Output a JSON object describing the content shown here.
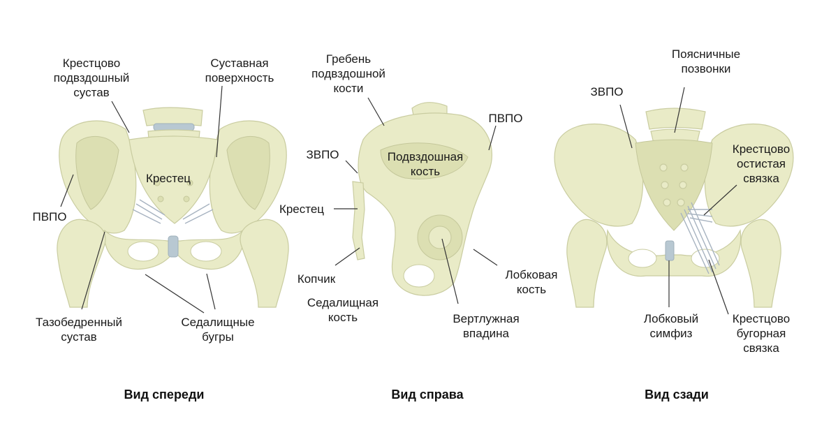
{
  "views": [
    {
      "caption": "Вид спереди",
      "labels": {
        "sacroiliac_joint": "Крестцово\nподвздошный\nсустав",
        "articular_surface": "Суставная\nповерхность",
        "sacrum": "Крестец",
        "asis": "ПВПО",
        "hip_joint": "Тазобедренный\nсустав",
        "ischial_tuberosities": "Седалищные\nбугры"
      }
    },
    {
      "caption": "Вид справа",
      "labels": {
        "iliac_crest": "Гребень\nподвздошной\nкости",
        "asis": "ПВПО",
        "psis": "ЗВПО",
        "ilium": "Подвздошная\nкость",
        "sacrum": "Крестец",
        "coccyx": "Копчик",
        "pubis": "Лобковая\nкость",
        "ischium": "Седалищная\nкость",
        "acetabulum": "Вертлужная\nвпадина"
      }
    },
    {
      "caption": "Вид сзади",
      "labels": {
        "lumbar_vertebrae": "Поясничные\nпозвонки",
        "psis": "ЗВПО",
        "sacrospinous_ligament": "Крестцово\nостистая\nсвязка",
        "pubic_symphysis": "Лобковый\nсимфиз",
        "sacrotuberous_ligament": "Крестцово\nбугорная\nсвязка"
      }
    }
  ],
  "colors": {
    "bone": "#e9ebc7",
    "bone_shadow": "#dcdfb2",
    "cartilage": "#b8c8d2",
    "ligament": "#a7b3c0",
    "leader": "#333333"
  }
}
